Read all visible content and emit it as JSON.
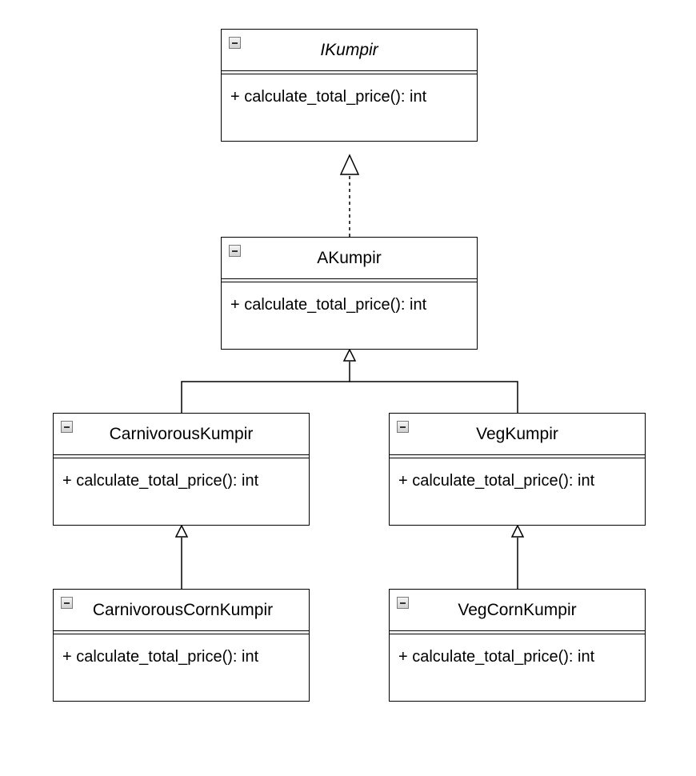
{
  "diagram": {
    "classes": {
      "ikumpir": {
        "name": "IKumpir",
        "methods": [
          "+ calculate_total_price(): int"
        ]
      },
      "akumpir": {
        "name": "AKumpir",
        "methods": [
          "+ calculate_total_price(): int"
        ]
      },
      "carnivorous": {
        "name": "CarnivorousKumpir",
        "methods": [
          "+ calculate_total_price(): int"
        ]
      },
      "veg": {
        "name": "VegKumpir",
        "methods": [
          "+ calculate_total_price(): int"
        ]
      },
      "carnivorous_corn": {
        "name": "CarnivorousCornKumpir",
        "methods": [
          "+ calculate_total_price(): int"
        ]
      },
      "veg_corn": {
        "name": "VegCornKumpir",
        "methods": [
          "+ calculate_total_price(): int"
        ]
      }
    },
    "relationships": [
      {
        "from": "AKumpir",
        "to": "IKumpir",
        "kind": "realization"
      },
      {
        "from": "CarnivorousKumpir",
        "to": "AKumpir",
        "kind": "generalization"
      },
      {
        "from": "VegKumpir",
        "to": "AKumpir",
        "kind": "generalization"
      },
      {
        "from": "CarnivorousCornKumpir",
        "to": "CarnivorousKumpir",
        "kind": "generalization"
      },
      {
        "from": "VegCornKumpir",
        "to": "VegKumpir",
        "kind": "generalization"
      }
    ],
    "colors": {
      "line": "#000000",
      "background": "#ffffff",
      "toggle_border": "#7a7a7a"
    }
  }
}
